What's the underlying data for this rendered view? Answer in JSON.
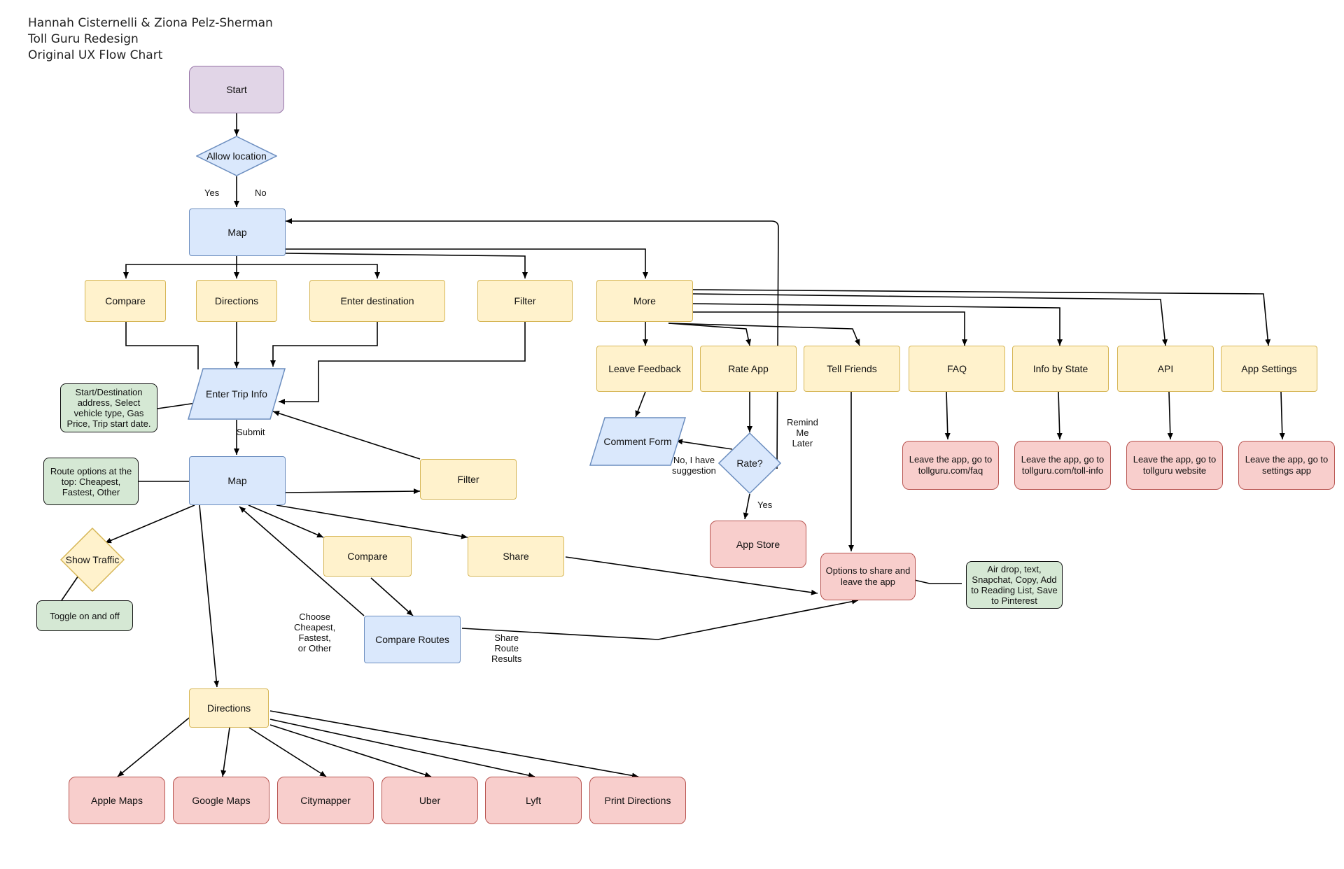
{
  "header": {
    "line1": "Hannah Cisternelli & Ziona Pelz-Sherman",
    "line2": "Toll Guru Redesign",
    "line3": "Original UX Flow Chart"
  },
  "nodes": {
    "start": "Start",
    "allow_location": "Allow location",
    "map_top": "Map",
    "compare_top": "Compare",
    "directions_top": "Directions",
    "enter_destination": "Enter destination",
    "filter_top": "Filter",
    "more": "More",
    "enter_trip_info": "Enter Trip Info",
    "map_mid": "Map",
    "filter_mid": "Filter",
    "show_traffic": "Show Traffic",
    "compare_mid": "Compare",
    "share": "Share",
    "compare_routes": "Compare Routes",
    "directions_bottom": "Directions",
    "apple_maps": "Apple Maps",
    "google_maps": "Google Maps",
    "citymapper": "Citymapper",
    "uber": "Uber",
    "lyft": "Lyft",
    "print_directions": "Print Directions",
    "leave_feedback": "Leave Feedback",
    "rate_app": "Rate App",
    "tell_friends": "Tell Friends",
    "faq": "FAQ",
    "info_by_state": "Info by State",
    "api": "API",
    "app_settings": "App Settings",
    "comment_form": "Comment Form",
    "rate": "Rate?",
    "app_store": "App Store",
    "options_share": "Options to share and leave the app",
    "leave_faq": "Leave the app, go to tollguru.com/faq",
    "leave_tollinfo": "Leave the app, go to tollguru.com/toll-info",
    "leave_website": "Leave the app, go to tollguru website",
    "leave_settings": "Leave the app, go to settings app"
  },
  "notes": {
    "trip_info_note": "Start/Destination address, Select vehicle type, Gas Price, Trip start date.",
    "route_options_note": "Route options at the top: Cheapest, Fastest, Other",
    "toggle_note": "Toggle on and off",
    "share_options_note": "Air drop, text, Snapchat, Copy, Add to Reading List, Save to Pinterest"
  },
  "labels": {
    "yes_top": "Yes",
    "no_top": "No",
    "submit": "Submit",
    "remind_me_later": "Remind\nMe\nLater",
    "no_suggestion": "No, I have\nsuggestion",
    "yes_rate": "Yes",
    "choose": "Choose\nCheapest,\nFastest,\nor Other",
    "share_route_results": "Share\nRoute\nResults"
  },
  "colors": {
    "purple_fill": "#e1d5e7",
    "blue_fill": "#dae8fc",
    "yellow_fill": "#fff2cc",
    "red_fill": "#f8cecc",
    "green_fill": "#d5e8d4",
    "connector": "#000000"
  }
}
